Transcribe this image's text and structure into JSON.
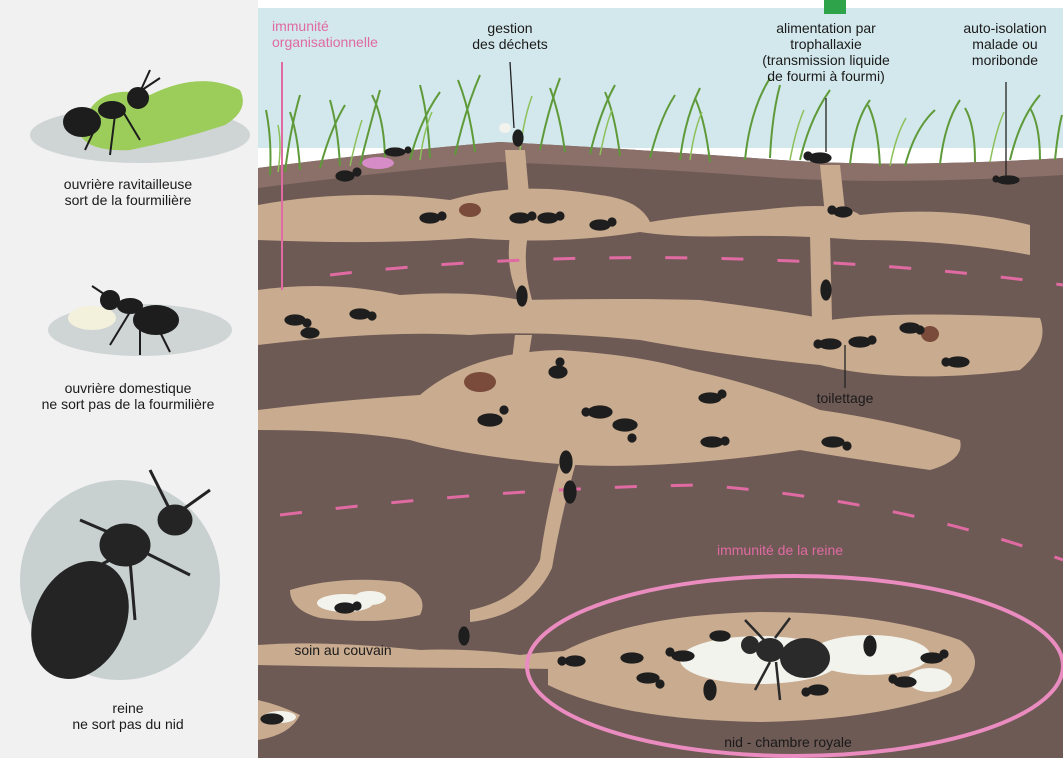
{
  "colors": {
    "sky": "#cfe6ea",
    "soil": "#6e5a55",
    "tunnel": "#c9ab8f",
    "pink_accent": "#e06aa2",
    "green_marker": "#2fa34a",
    "panel": "#f1f1f1"
  },
  "left_panel": [
    {
      "icon": "forager-ant-icon",
      "line1": "ouvrière ravitailleuse",
      "line2": "sort de la fourmilière"
    },
    {
      "icon": "domestic-ant-icon",
      "line1": "ouvrière domestique",
      "line2": "ne sort pas de la fourmilière"
    },
    {
      "icon": "queen-ant-icon",
      "line1": "reine",
      "line2": "ne sort pas du nid"
    }
  ],
  "top_labels": {
    "immunity_org": [
      "immunité",
      "organisationnelle"
    ],
    "waste": [
      "gestion",
      "des déchets"
    ],
    "trophallaxis": [
      "alimentation par",
      "trophallaxie",
      "(transmission liquide",
      "de fourmi à fourmi)"
    ],
    "isolation": [
      "auto-isolation",
      "malade ou",
      "moribonde"
    ]
  },
  "nest_labels": {
    "grooming": "toilettage",
    "brood_care": "soin au couvain",
    "queen_immunity": "immunité de la reine",
    "royal_chamber": "nid - chambre royale"
  }
}
